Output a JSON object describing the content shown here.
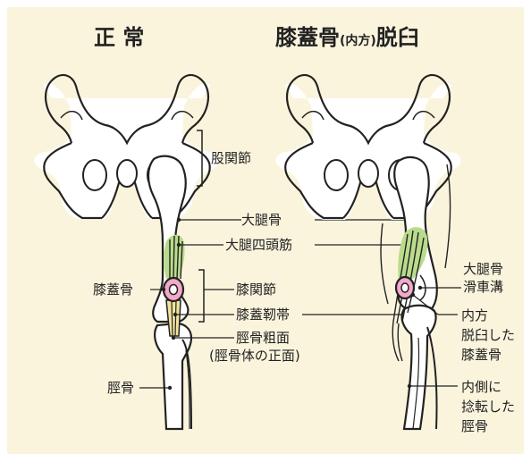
{
  "titles": {
    "normal": "正 常",
    "luxation_main": "膝蓋骨",
    "luxation_paren": "(内方)",
    "luxation_tail": "脱臼"
  },
  "labels": {
    "hip_joint": "股関節",
    "femur": "大腿骨",
    "quadriceps": "大腿四頭筋",
    "patella_left": "膝蓋骨",
    "knee_joint": "膝関節",
    "patellar_ligament": "膝蓋靭帯",
    "tibial_tuberosity": "脛骨粗面",
    "tibial_tuberosity_note": "(脛骨体の正面)",
    "tibia_left": "脛骨",
    "femoral_groove_1": "大腿骨",
    "femoral_groove_2": "滑車溝",
    "medial_luxation_1": "内方",
    "medial_luxation_2": "脱臼した",
    "medial_luxation_3": "膝蓋骨",
    "tibia_twist_1": "内側に",
    "tibia_twist_2": "捻転した",
    "tibia_twist_3": "脛骨"
  },
  "colors": {
    "background": "#fbf4dd",
    "bone_fill": "#ffffff",
    "outline": "#222222",
    "muscle": "#b9dc8c",
    "patella": "#f4a9c9",
    "ligament": "#f3e39a"
  }
}
